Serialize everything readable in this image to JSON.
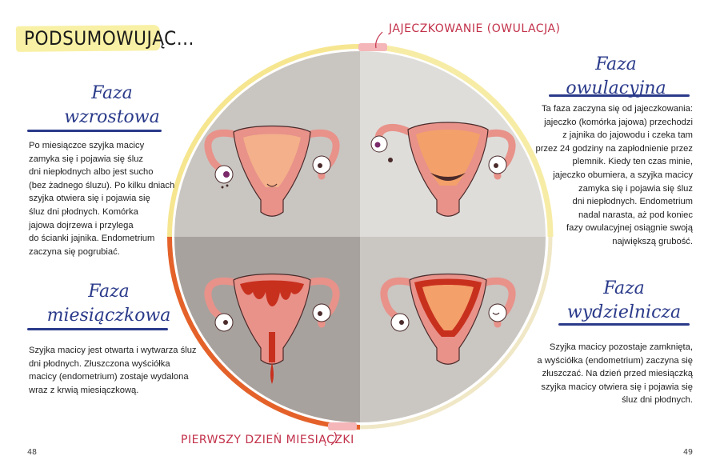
{
  "header": {
    "title": "PODSUMOWUJĄC..."
  },
  "annotations": {
    "top": "JAJECZKOWANIE (OWULACJA)",
    "bottom": "PIERWSZY DZIEŃ MIESIĄCZKI"
  },
  "phases": {
    "growth": {
      "title_line1": "Faza",
      "title_line2": "wzrostowa",
      "text": [
        "Po miesiączce szyjka macicy",
        "zamyka się i pojawia się śluz",
        "dni niepłodnych albo jest sucho",
        "(bez żadnego śluzu). Po kilku dniach",
        "szyjka otwiera się i pojawia się",
        "śluz dni płodnych. Komórka",
        "jajowa dojrzewa i przylega",
        "do ścianki jajnika. Endometrium",
        "zaczyna się pogrubiać."
      ]
    },
    "menstrual": {
      "title_line1": "Faza",
      "title_line2": "miesiączkowa",
      "text": [
        "Szyjka macicy jest otwarta i wytwarza śluz",
        "dni płodnych. Złuszczona wyściółka",
        "macicy (endometrium) zostaje wydalona",
        "wraz z krwią miesiączkową."
      ]
    },
    "ovulatory": {
      "title_line1": "Faza",
      "title_line2": "owulacyjna",
      "text": [
        "Ta faza zaczyna się od jajeczkowania:",
        "jajeczko (komórka jajowa) przechodzi",
        "z jajnika do jajowodu i czeka tam",
        "przez 24 godziny na zapłodnienie przez",
        "plemnik. Kiedy ten czas minie,",
        "jajeczko obumiera, a szyjka macicy",
        "zamyka się i pojawia się śluz",
        "dni niepłodnych. Endometrium",
        "nadal narasta, aż pod koniec",
        "fazy owulacyjnej osiągnie swoją",
        "największą grubość."
      ]
    },
    "secretory": {
      "title_line1": "Faza",
      "title_line2": "wydzielnicza",
      "text": [
        "Szyjka macicy pozostaje zamknięta,",
        "a wyściółka (endometrium) zaczyna się",
        "złuszczać. Na dzień przed miesiączką",
        "szyjka macicy otwiera się i pojawia się",
        "śluz dni płodnych."
      ]
    }
  },
  "page_numbers": {
    "left": "48",
    "right": "49"
  },
  "colors": {
    "accent_red": "#c2314a",
    "title_blue": "#2a3a8a",
    "highlight_yellow": "#f8f0a4",
    "uterus_pink": "#e8928a",
    "endometrium_orange": "#f4b08a",
    "blood_red": "#c8301e",
    "quad_top_left": "#c9c6c2",
    "quad_top_right": "#deddda",
    "quad_bottom_left": "#a8a29e",
    "quad_bottom_right": "#cac6c2"
  },
  "icons": [
    "uterus-growth-icon",
    "uterus-ovulatory-icon",
    "uterus-menstrual-icon",
    "uterus-secretory-icon",
    "ovary-icon",
    "egg-icon"
  ]
}
